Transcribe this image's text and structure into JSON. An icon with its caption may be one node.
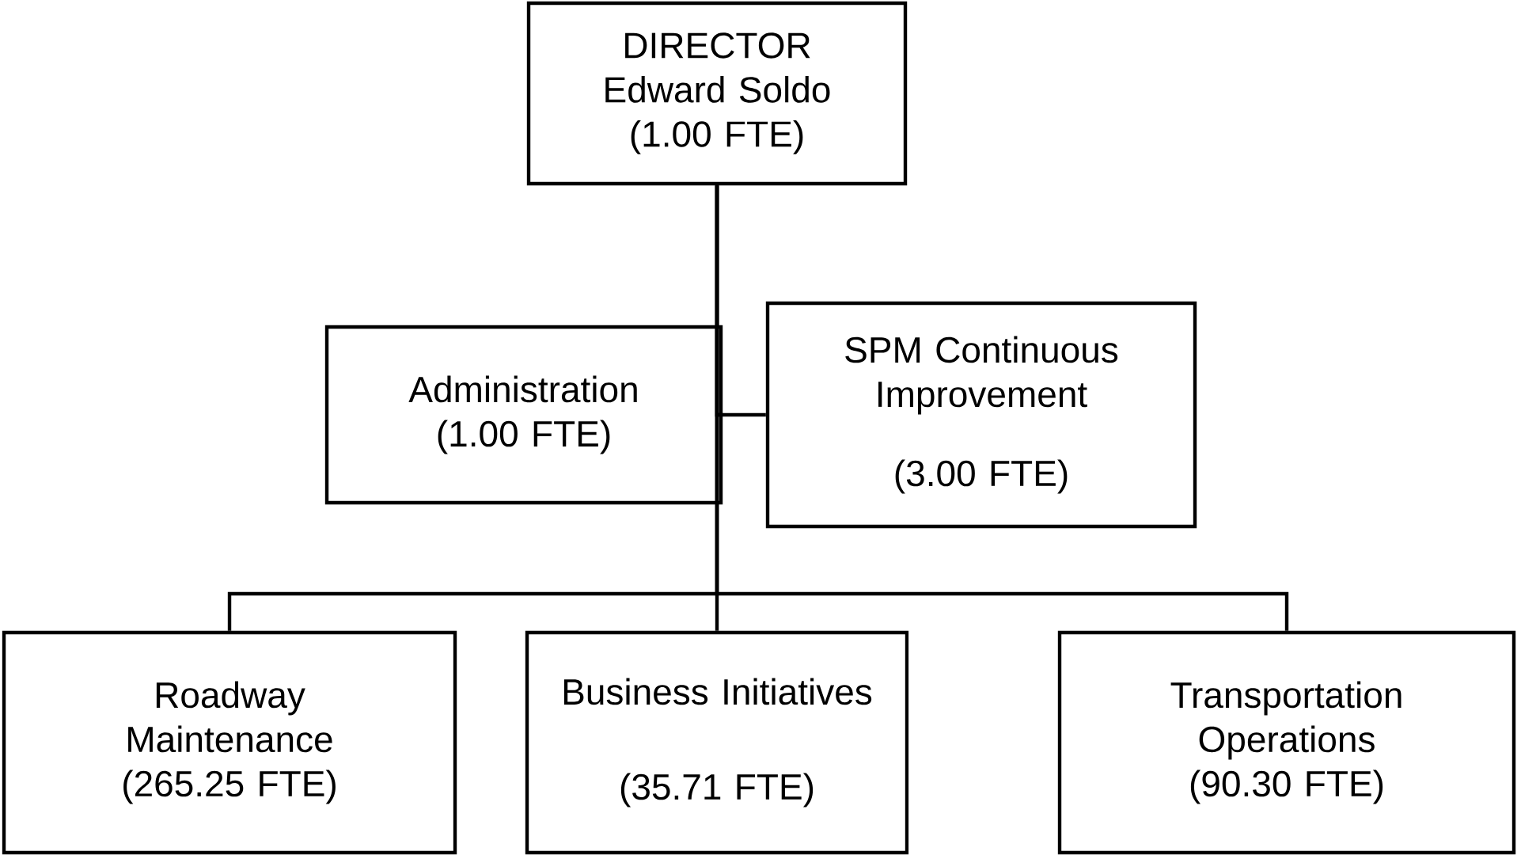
{
  "diagram": {
    "nodes": [
      {
        "text": [
          "DIRECTOR",
          "Edward Soldo",
          "(1.00 FTE)"
        ]
      },
      {
        "text": [
          "Administration",
          "(1.00 FTE)"
        ]
      },
      {
        "text": [
          "SPM Continuous Improvement",
          "(3.00 FTE)"
        ]
      },
      {
        "text": [
          "Roadway Maintenance",
          "(265.25 FTE)"
        ]
      },
      {
        "text": [
          "Business Initiatives",
          "(35.71 FTE)"
        ]
      },
      {
        "text": [
          "Transportation Operations",
          "(90.30 FTE)"
        ]
      }
    ],
    "edges": [
      {
        "from": 0,
        "to": 1,
        "arrow": "none"
      },
      {
        "from": 0,
        "to": 2,
        "arrow": "none"
      },
      {
        "from": 0,
        "to": 3,
        "arrow": "none"
      },
      {
        "from": 0,
        "to": 4,
        "arrow": "none"
      },
      {
        "from": 0,
        "to": 5,
        "arrow": "none"
      }
    ]
  }
}
